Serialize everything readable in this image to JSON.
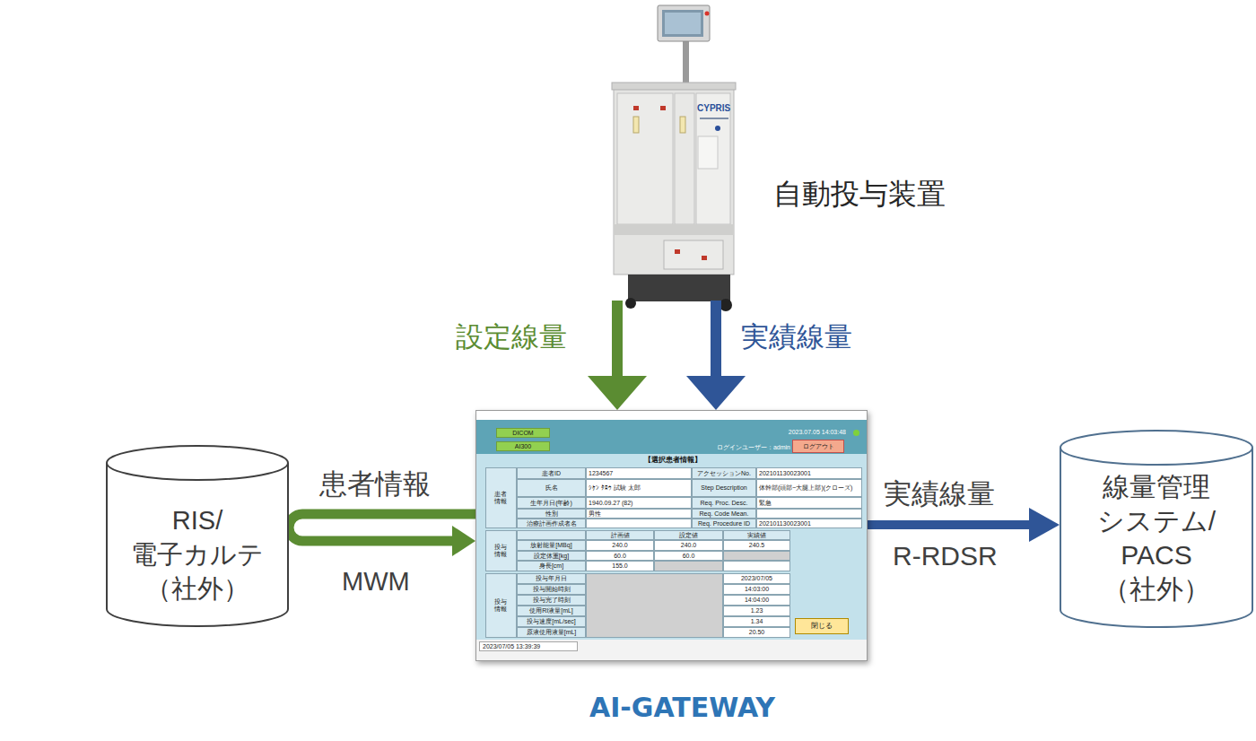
{
  "diagram": {
    "nodes": [
      {
        "text": [
          "自動投与装置"
        ]
      },
      {
        "text": [
          "RIS/ 電子カルテ （社外）"
        ]
      },
      {
        "text": [
          "AI-GATEWAY"
        ]
      },
      {
        "text": [
          "DICOM"
        ],
        "in": 2
      },
      {
        "text": [
          "AI300"
        ],
        "in": 2
      },
      {
        "text": [
          "ログアウト"
        ],
        "in": 2
      },
      {
        "text": [
          "閉じる"
        ],
        "in": 2
      },
      {
        "text": [
          "線量管理 システム/ PACS （社外）"
        ]
      }
    ],
    "edges": [
      {
        "from": 0,
        "to": 2,
        "label": "設定線量",
        "arrow": "to"
      },
      {
        "from": 0,
        "to": 2,
        "label": "実績線量",
        "arrow": "to"
      },
      {
        "from": 1,
        "to": 2,
        "label": "患者情報",
        "arrow": "to"
      },
      {
        "from": 2,
        "to": 7,
        "label": "実績線量",
        "arrow": "to"
      }
    ],
    "labels": [
      "CYPRIS",
      "MWM",
      "R-RDSR",
      "2023.07.05 14:03:48",
      "ログインユーザー：admin",
      "【選択患者情報】",
      "患者情報",
      "患者ID",
      "1234567",
      "アクセッションNo.",
      "202101130023001",
      "氏名",
      "ｼｹﾝ ﾀﾛｳ 試験 太郎",
      "Step Description",
      "体幹部(頭部~大腿上部)(クローズ)",
      "生年月日(年齢)",
      "1940.09.27 (82)",
      "Req. Proc. Desc.",
      "緊急",
      "性別",
      "男性",
      "Req. Code Mean.",
      "治療計画作成者名",
      "Req. Procedure ID",
      "202101130023001",
      "投与情報",
      "計画値",
      "設定値",
      "実績値",
      "放射能量[MBq]",
      "240.0",
      "240.0",
      "240.5",
      "設定体重[kg]",
      "60.0",
      "60.0",
      "身長[cm]",
      "155.0",
      "投与情報",
      "投与年月日",
      "2023/07/05",
      "投与開始時刻",
      "14:03:00",
      "投与完了時刻",
      "14:04:00",
      "使用RI液量[mL]",
      "1.23",
      "投与速度[mL/sec]",
      "1.34",
      "原液使用液量[mL]",
      "20.50",
      "2023/07/05 13:39:39"
    ]
  }
}
